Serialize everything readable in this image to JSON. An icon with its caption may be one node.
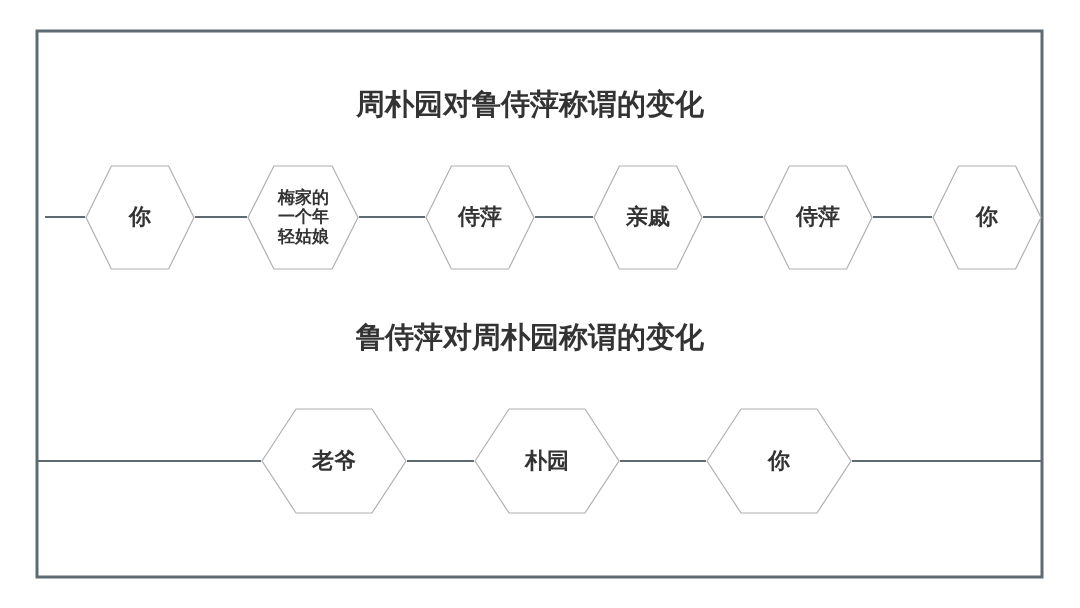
{
  "diagram": {
    "nodes": [
      {
        "text": [
          "你"
        ]
      },
      {
        "text": [
          "梅家的一个年轻姑娘"
        ]
      },
      {
        "text": [
          "侍萍"
        ]
      },
      {
        "text": [
          "亲戚"
        ]
      },
      {
        "text": [
          "侍萍"
        ]
      },
      {
        "text": [
          "你"
        ]
      },
      {
        "text": [
          "老爷"
        ]
      },
      {
        "text": [
          "朴园"
        ]
      },
      {
        "text": [
          "你"
        ]
      }
    ],
    "edges": [
      {
        "from": null,
        "to": 0,
        "arrow": "none"
      },
      {
        "from": 0,
        "to": 1,
        "arrow": "none"
      },
      {
        "from": 1,
        "to": 2,
        "arrow": "none"
      },
      {
        "from": 2,
        "to": 3,
        "arrow": "none"
      },
      {
        "from": 3,
        "to": 4,
        "arrow": "none"
      },
      {
        "from": 4,
        "to": 5,
        "arrow": "none"
      },
      {
        "from": null,
        "to": 6,
        "arrow": "none"
      },
      {
        "from": 6,
        "to": 7,
        "arrow": "none"
      },
      {
        "from": 7,
        "to": 8,
        "arrow": "none"
      },
      {
        "from": 8,
        "to": null,
        "arrow": "none"
      }
    ],
    "labels": [
      "周朴园对鲁侍萍称谓的变化",
      "鲁侍萍对周朴园称谓的变化"
    ]
  }
}
